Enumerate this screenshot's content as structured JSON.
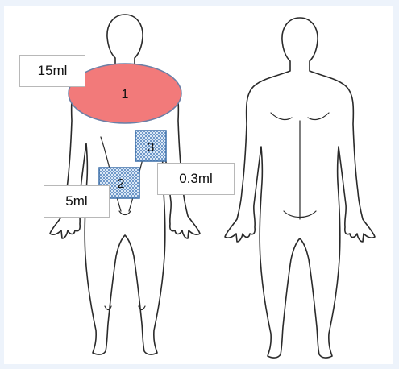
{
  "colors": {
    "background": "#edf3fb",
    "site1_fill": "#f27a7a",
    "site1_stroke": "#6b7fa6",
    "patch_fill": "#cfe0f2",
    "patch_stroke": "#3c6fa8"
  },
  "sites": [
    {
      "number": "1",
      "volume": "15ml",
      "shape": "ellipse"
    },
    {
      "number": "2",
      "volume": "5ml",
      "shape": "square"
    },
    {
      "number": "3",
      "volume": "0.3ml",
      "shape": "square"
    }
  ],
  "figures": [
    "front-body-outline",
    "back-body-outline"
  ]
}
